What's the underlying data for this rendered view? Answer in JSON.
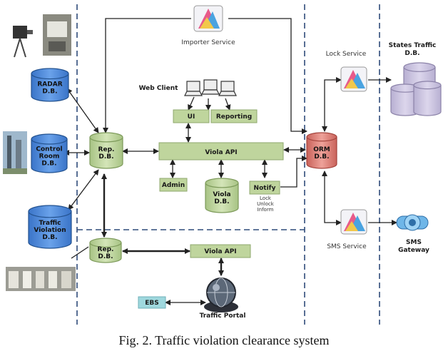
{
  "figure": {
    "caption": "Fig. 2.  Traffic violation clearance system",
    "colors": {
      "db_blue": "#4a86d8",
      "db_green": "#bcd39a",
      "db_red": "#dc7a72",
      "db_lavender": "#c9c2df",
      "box_green": "#bfd59d",
      "box_cyan": "#9fd8de"
    }
  },
  "left_column": {
    "radar": "RADAR\nD.B.",
    "control_room": "Control\nRoom\nD.B.",
    "traffic_violation": "Traffic\nViolation\nD.B."
  },
  "center": {
    "rep_db_top": "Rep.\nD.B.",
    "rep_db_bottom": "Rep.\nD.B.",
    "importer_service": "Importer Service",
    "web_client": "Web Client",
    "ui": "UI",
    "reporting": "Reporting",
    "viola_api": "Viola API",
    "admin": "Admin",
    "viola_db": "Viola\nD.B.",
    "notify": "Notify",
    "notify_sub": "Lock\nUnlock\nInform",
    "viola_api_bottom": "Viola API",
    "ebs": "EBS",
    "traffic_portal": "Traffic Portal"
  },
  "right": {
    "orm_db": "ORM\nD.B.",
    "lock_service": "Lock Service",
    "states_traffic_db": "States Traffic\nD.B.",
    "sms_service": "SMS Service",
    "sms_gateway": "SMS\nGateway"
  }
}
